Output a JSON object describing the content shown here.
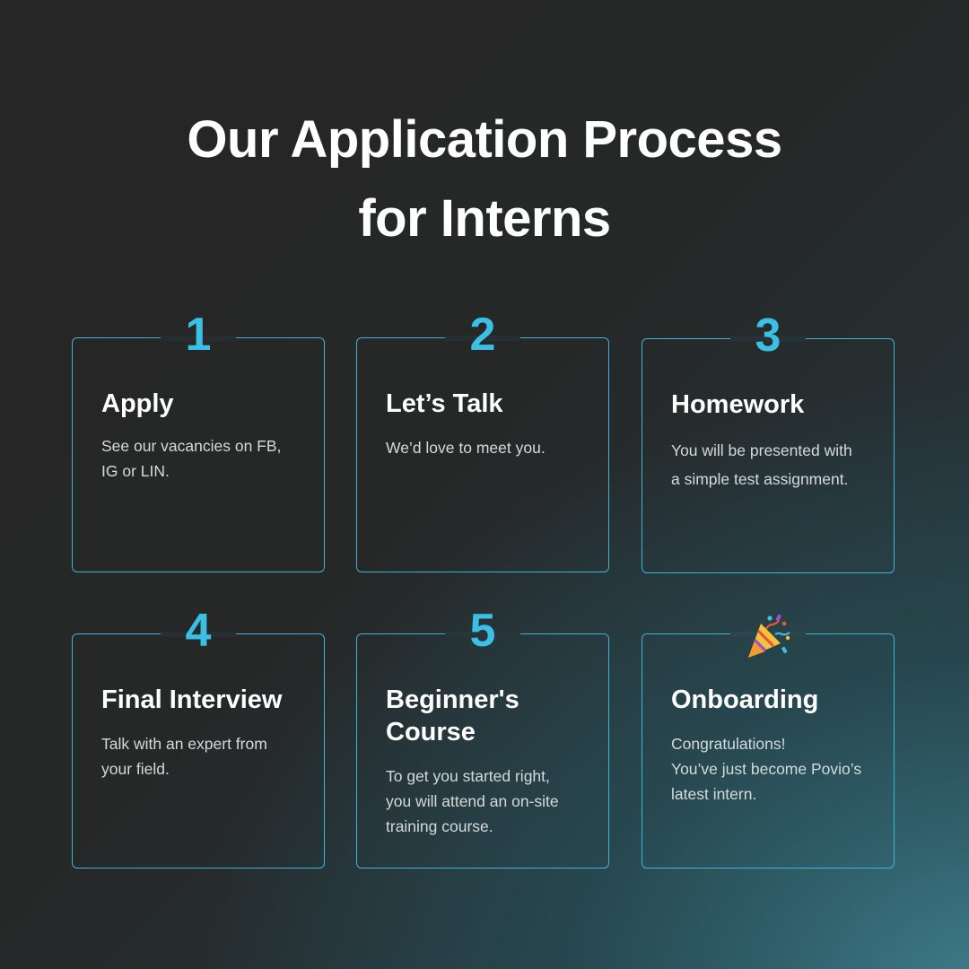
{
  "header": {
    "title_line1": "Our Application Process",
    "title_line2": "for Interns"
  },
  "steps": [
    {
      "badge": "1",
      "title": "Apply",
      "desc_lines": [
        "See our vacancies on FB,",
        "IG or LIN."
      ]
    },
    {
      "badge": "2",
      "title": "Let’s Talk",
      "desc_lines": [
        "We’d love to meet you."
      ]
    },
    {
      "badge": "3",
      "title": "Homework",
      "desc_lines": [
        "You will be presented with",
        "a simple test assignment."
      ]
    },
    {
      "badge": "4",
      "title": "Final Interview",
      "desc_lines": [
        "Talk with an expert from",
        "your field."
      ]
    },
    {
      "badge": "5",
      "title_lines": [
        "Beginner's",
        "Course"
      ],
      "desc_lines": [
        "To get you started right,",
        "you will attend an on-site",
        "training course."
      ]
    },
    {
      "badge_icon": "party-popper-icon",
      "title": "Onboarding",
      "desc_lines": [
        "Congratulations!",
        "You’ve just become Povio’s",
        "latest intern."
      ]
    }
  ],
  "colors": {
    "accent": "#3bbfe4",
    "text": "#ffffff",
    "muted": "#d5dadc"
  }
}
